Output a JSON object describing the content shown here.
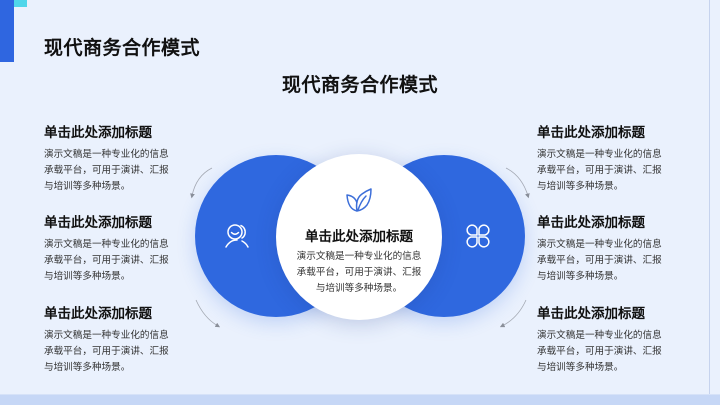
{
  "page": {
    "title": "现代商务合作模式",
    "subtitle": "现代商务合作模式"
  },
  "colors": {
    "background": "#eaf1fd",
    "primary_blue": "#2f68df",
    "accent_cyan": "#4fd6ea",
    "center_circle": "#ffffff",
    "bottom_band": "#c6d7f6"
  },
  "left_items": [
    {
      "title": "单击此处添加标题",
      "lines": [
        "演示文稿是一种专业化的信息",
        "承载平台，可用于演讲、汇报",
        "与培训等多种场景。"
      ]
    },
    {
      "title": "单击此处添加标题",
      "lines": [
        "演示文稿是一种专业化的信息",
        "承载平台，可用于演讲、汇报",
        "与培训等多种场景。"
      ]
    },
    {
      "title": "单击此处添加标题",
      "lines": [
        "演示文稿是一种专业化的信息",
        "承载平台，可用于演讲、汇报",
        "与培训等多种场景。"
      ]
    }
  ],
  "right_items": [
    {
      "title": "单击此处添加标题",
      "lines": [
        "演示文稿是一种专业化的信息",
        "承载平台，可用于演讲、汇报",
        "与培训等多种场景。"
      ]
    },
    {
      "title": "单击此处添加标题",
      "lines": [
        "演示文稿是一种专业化的信息",
        "承载平台，可用于演讲、汇报",
        "与培训等多种场景。"
      ]
    },
    {
      "title": "单击此处添加标题",
      "lines": [
        "演示文稿是一种专业化的信息",
        "承载平台，可用于演讲、汇报",
        "与培训等多种场景。"
      ]
    }
  ],
  "center": {
    "title": "单击此处添加标题",
    "lines": [
      "演示文稿是一种专业化的信息",
      "承载平台，可用于演讲、汇报",
      "与培训等多种场景。"
    ],
    "icon": "leaf-icon"
  },
  "circles": {
    "left_icon": "users-icon",
    "right_icon": "clover-grid-icon"
  }
}
